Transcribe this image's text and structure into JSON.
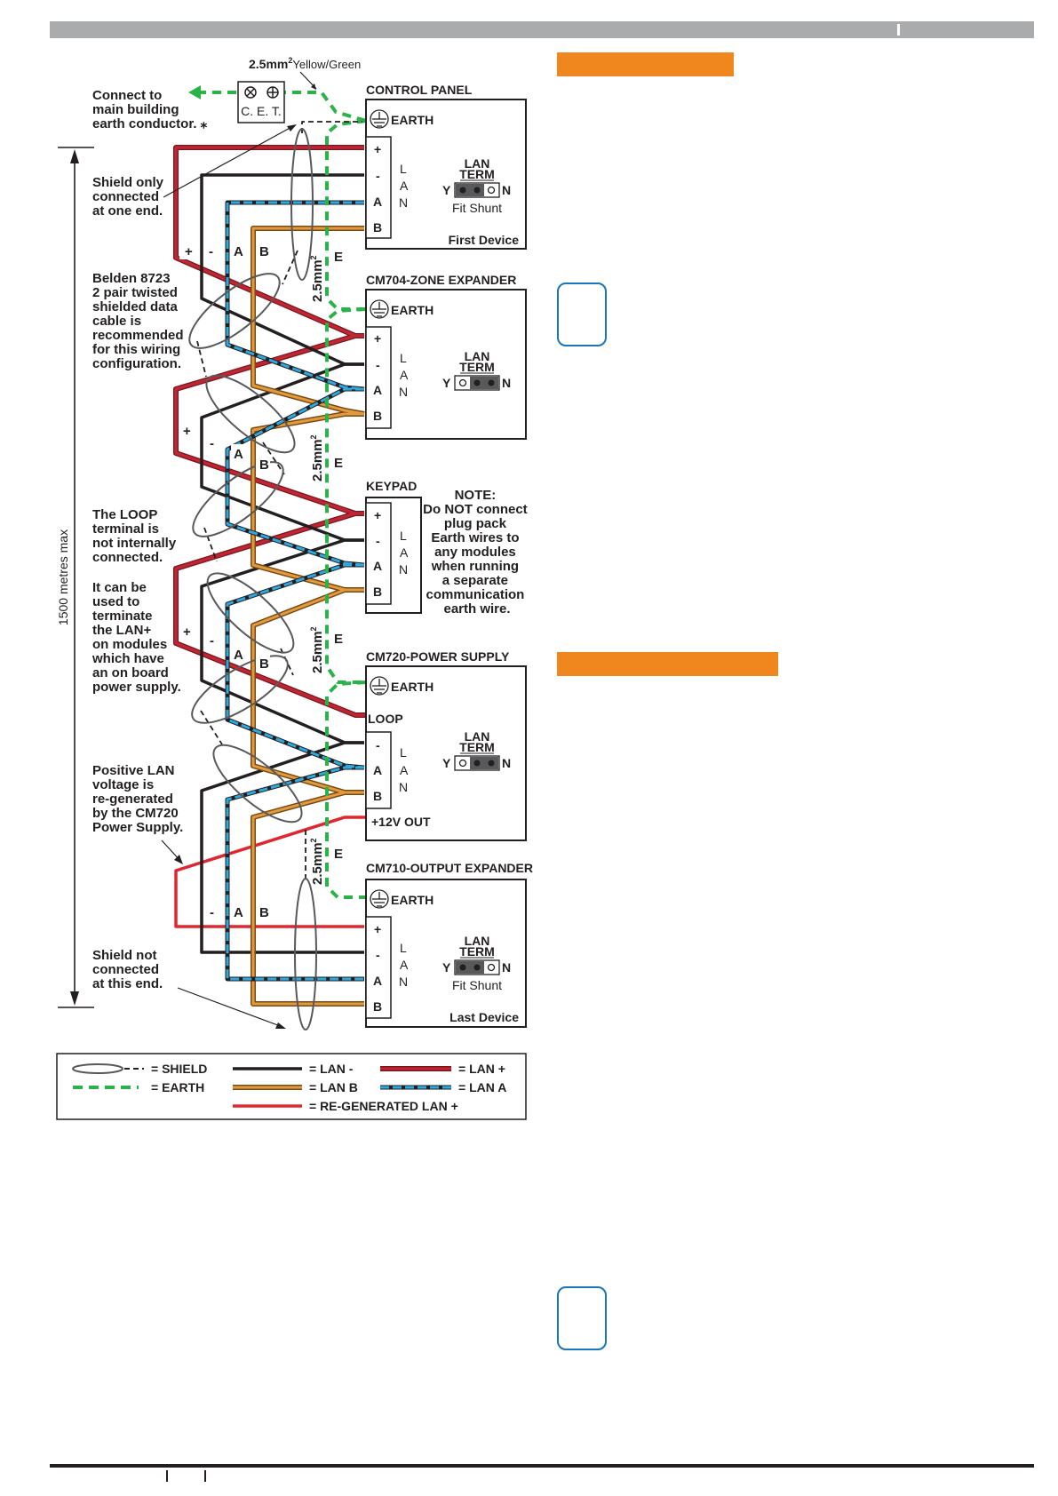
{
  "colors": {
    "header_bar": "#a9abad",
    "orange_heading": "#f0861e",
    "lan_minus": "#231f20",
    "lan_plus": "#b22331",
    "regenerated_lan_plus": "#e0262f",
    "lan_b": "#c87f2a",
    "lan_a": "#2ba9e0",
    "earth": "#2bb34a",
    "note_icon_border": "#1b75bc"
  },
  "cet": {
    "cable_label": "2.5mm",
    "cable_sup": "2",
    "cable_color": "Yellow/Green",
    "box_label": "C. E. T."
  },
  "notes": {
    "connect_earth": [
      "Connect to",
      "main building",
      "earth conductor. ⁎"
    ],
    "shield_one_end": [
      "Shield only",
      "connected",
      "at one end."
    ],
    "belden": [
      "Belden 8723",
      "2 pair twisted",
      "shielded data",
      "cable is",
      "recommended",
      "for this wiring",
      "configuration."
    ],
    "loop_terminal": [
      "The LOOP",
      "terminal is",
      "not internally",
      "connected."
    ],
    "loop_terminate": [
      "It can be",
      "used to",
      "terminate",
      "the LAN+",
      "on modules",
      "which have",
      "an on board",
      "power supply."
    ],
    "positive_regen": [
      "Positive LAN",
      "voltage is",
      "re-generated",
      "by the CM720",
      "Power Supply."
    ],
    "shield_not_connected": [
      "Shield not",
      "connected",
      "at this end."
    ],
    "plugpack": [
      "NOTE:",
      "Do NOT connect",
      "plug pack",
      "Earth wires to",
      "any modules",
      "when running",
      "a separate",
      "communication",
      "earth wire."
    ]
  },
  "distance_label": "1500 metres max",
  "segment_labels": {
    "plus": "+",
    "minus": "-",
    "a": "A",
    "b": "B",
    "e": "E",
    "earth_cable": "2.5mm",
    "earth_sup": "2"
  },
  "devices": {
    "control_panel": {
      "title": "CONTROL PANEL",
      "earth": "EARTH",
      "terminals": [
        "+",
        "-",
        "A",
        "B"
      ],
      "lan": [
        "L",
        "A",
        "N"
      ],
      "term_title": [
        "LAN",
        "TERM"
      ],
      "y": "Y",
      "n": "N",
      "fit_shunt": "Fit Shunt",
      "footer": "First Device"
    },
    "zone_expander": {
      "title": "CM704-ZONE EXPANDER",
      "earth": "EARTH",
      "terminals": [
        "+",
        "-",
        "A",
        "B"
      ],
      "lan": [
        "L",
        "A",
        "N"
      ],
      "term_title": [
        "LAN",
        "TERM"
      ],
      "y": "Y",
      "n": "N"
    },
    "keypad": {
      "title": "KEYPAD",
      "terminals": [
        "+",
        "-",
        "A",
        "B"
      ],
      "lan": [
        "L",
        "A",
        "N"
      ]
    },
    "power_supply": {
      "title": "CM720-POWER SUPPLY",
      "earth": "EARTH",
      "loop": "LOOP",
      "terminals": [
        "-",
        "A",
        "B"
      ],
      "lan": [
        "L",
        "A",
        "N"
      ],
      "term_title": [
        "LAN",
        "TERM"
      ],
      "y": "Y",
      "n": "N",
      "out": "+12V OUT"
    },
    "output_expander": {
      "title": "CM710-OUTPUT EXPANDER",
      "earth": "EARTH",
      "terminals": [
        "+",
        "-",
        "A",
        "B"
      ],
      "lan": [
        "L",
        "A",
        "N"
      ],
      "term_title": [
        "LAN",
        "TERM"
      ],
      "y": "Y",
      "n": "N",
      "fit_shunt": "Fit Shunt",
      "footer": "Last Device"
    }
  },
  "legend": {
    "shield": "=  SHIELD",
    "earth": "=  EARTH",
    "lan_minus": "=  LAN -",
    "lan_b": "=  LAN B",
    "regen": "=  RE-GENERATED LAN +",
    "lan_plus": "=  LAN +",
    "lan_a": "=  LAN A"
  }
}
